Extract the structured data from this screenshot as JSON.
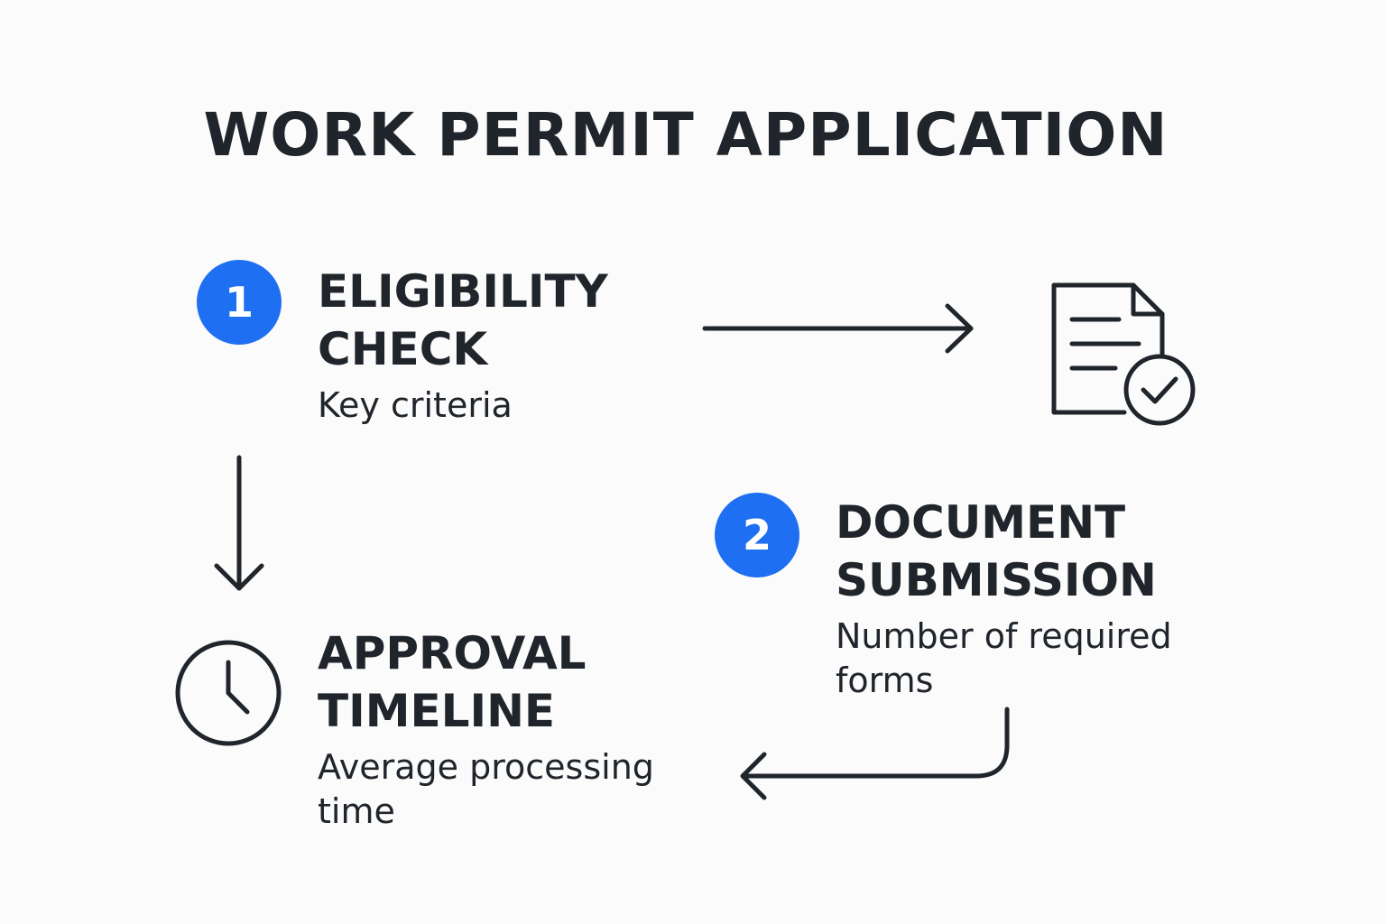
{
  "title": "WORK PERMIT APPLICATION",
  "steps": [
    {
      "number": "1",
      "heading": "ELIGIBILITY\nCHECK",
      "subtitle": "Key criteria"
    },
    {
      "number": "2",
      "heading": "DOCUMENT\nSUBMISSION",
      "subtitle": "Number of required\nforms"
    },
    {
      "heading": "APPROVAL\nTIMELINE",
      "subtitle": "Average processing\ntime"
    }
  ],
  "icons": {
    "document": "document-check-icon",
    "clock": "clock-icon"
  },
  "colors": {
    "accent": "#1f6ff2",
    "text": "#20252b",
    "background": "#fbfbfb"
  }
}
